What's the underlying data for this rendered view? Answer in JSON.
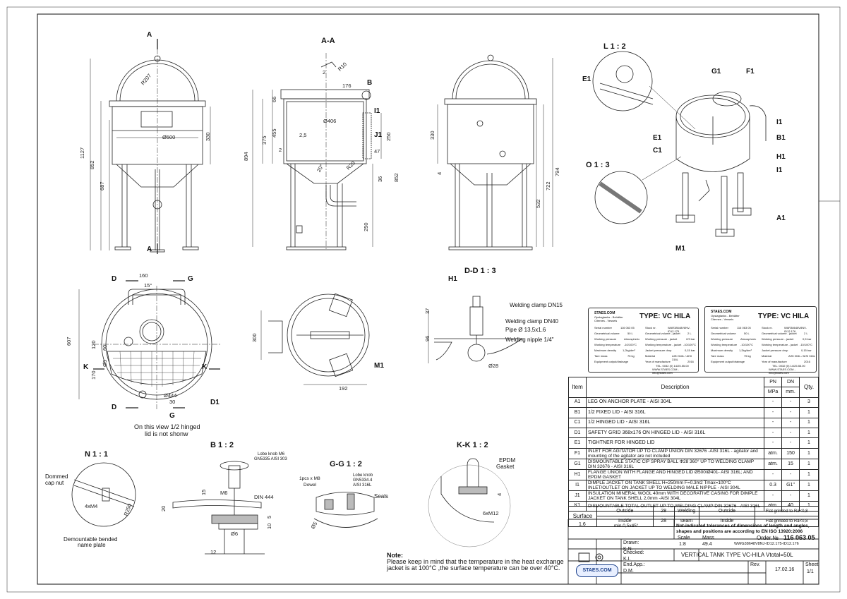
{
  "views": {
    "section_aa": "A-A",
    "detail_l": "L 1 : 2",
    "detail_o": "O 1 : 3",
    "section_dd": "D-D 1 : 3",
    "detail_n": "N 1 : 1",
    "detail_b": "B 1 : 2",
    "section_gg": "G-G 1 : 2",
    "section_kk": "K-K 1 : 2"
  },
  "section_marks": [
    "A",
    "A",
    "D",
    "D",
    "G",
    "G",
    "K",
    "K"
  ],
  "callouts_iso": [
    "E1",
    "G1",
    "F1",
    "I1",
    "E1",
    "B1",
    "C1",
    "H1",
    "I1",
    "A1",
    "M1"
  ],
  "callouts_side": [
    "I1",
    "J1",
    "B",
    "M1",
    "D1",
    "H1"
  ],
  "dimensions": {
    "front_height": "1127",
    "front_852": "852",
    "front_687": "687",
    "front_330": "330",
    "front_dia": "Ø500",
    "front_r": "R207",
    "aa_176": "176",
    "aa_r10": "R10",
    "aa_2a": "2",
    "aa_66": "66",
    "aa_455": "455",
    "aa_375": "375",
    "aa_894": "894",
    "aa_25": "2,5",
    "aa_2b": "2",
    "aa_406": "Ø406",
    "aa_20": "20°",
    "aa_r20": "R20",
    "aa_250a": "250",
    "aa_47": "47",
    "aa_36": "36",
    "aa_852": "852",
    "aa_250b": "250",
    "side_330": "330",
    "side_4": "4",
    "side_794": "794",
    "side_722": "722",
    "side_532": "532",
    "top_160": "160",
    "top_15": "15°",
    "top_607": "607",
    "top_120": "120",
    "top_60": "60",
    "top_170": "170",
    "top_5": "Ø5",
    "top_30": "30",
    "top_444": "Ø444",
    "lid_300": "300",
    "lid_192": "192",
    "dd_37": "37",
    "dd_96": "96",
    "dd_28": "Ø28",
    "n_4xm4": "4xM4",
    "n_r250": "R250",
    "b_15": "15",
    "b_20": "20",
    "b_m6": "M6",
    "b_din444": "DIN 444",
    "b_5": "5",
    "b_10": "10",
    "b_6": "Ø6",
    "b_12": "12",
    "g_5": "Ø5",
    "kk_4": "4",
    "kk_6xm12": "6xM12"
  },
  "annotations": {
    "top_view_note_1": "On this view 1/2 hinged",
    "top_view_note_2": "lid is not shonw",
    "dd_clamp15": "Welding clamp DN15",
    "dd_clamp40": "Welding clamp DN40",
    "dd_pipe": "Pipe Ø 13,5x1.6",
    "dd_nipple": "Welding nipple 1/4\"",
    "n_dommed_1": "Dommed",
    "n_dommed_2": "cap nut",
    "n_plate_1": "Demountable bended",
    "n_plate_2": "name plate",
    "b_knob_1": "Lobe knob M6",
    "b_knob_2": "GN5335 AISI 303",
    "g_screw_1": "1pcs x M8",
    "g_screw_2": "Dowel",
    "g_knob_1": "Lobe knob",
    "g_knob_2": "GN5334.4",
    "g_knob_3": "AISI 316L",
    "g_seals": "Seals",
    "kk_epdm_1": "EPDM",
    "kk_epdm_2": "Gasket"
  },
  "nameplates": [
    {
      "company": "STAES.COM",
      "sub1": "Opslagtanks - Behälter",
      "sub2": "Citernes - Vessels",
      "type": "TYPE: VC HILA",
      "rows_left": [
        "Serial number",
        "Geometrical volume",
        "Working pressure",
        "Working temperature",
        "Maximum density",
        "Tare mass",
        "Equipment output/drainage"
      ],
      "rows_left_vals": [
        "116 063 05",
        "50 L",
        "Atmospheric",
        "-10/100°C",
        "1,2kg/dm³",
        "75 kg",
        ""
      ],
      "rows_right": [
        "Stock nr.",
        "Geometrical volume - jacket",
        "Working pressure - jacket",
        "Working temperature - jacket",
        "Jacket pressure drop",
        "Material",
        "Year of manufacture"
      ],
      "rows_right_vals": [
        "WAR38648V8NV-ID12.175",
        "2 L",
        "2/3 bar",
        "-10/100°C",
        "0,15 bar",
        "AISI 316L / AISI 316L",
        "2016"
      ],
      "footer": "TEL. 0032 (0) 14/25.55.00",
      "footer2": "WWW.STAES.COM - info@staes.com"
    },
    {
      "company": "STAES.COM",
      "sub1": "Opslagtanks - Behälter",
      "sub2": "Citernes - Vessels",
      "type": "TYPE: VC HILA",
      "rows_left": [
        "Serial number",
        "Geometrical volume",
        "Working pressure",
        "Working temperature",
        "Maximum density",
        "Tare mass",
        "Equipment output/drainage"
      ],
      "rows_left_vals": [
        "116 063 05",
        "50 L",
        "Atmospheric",
        "-10/100°C",
        "1,2kg/dm³",
        "75 kg",
        ""
      ],
      "rows_right": [
        "Stock nr.",
        "Geometrical volume - jacket",
        "Working pressure - jacket",
        "Working temperature - jacket",
        "Jacket pressure drop",
        "Material",
        "Year of manufacture"
      ],
      "rows_right_vals": [
        "WAR38648V8NV-ID12.176",
        "2 L",
        "0,5 bar",
        "-10/100°C",
        "0,15 bar",
        "AISI 304L / AISI 316L",
        "2016"
      ],
      "footer": "TEL. 0032 (0) 14/25.55.00",
      "footer2": "WWW.STAES.COM - info@staes.com"
    }
  ],
  "bom": {
    "headers": {
      "item": "Item",
      "description": "Description",
      "pn": "PN",
      "dn": "DN",
      "qty": "Qty.",
      "pn_unit": "MPa",
      "dn_unit": "mm."
    },
    "rows": [
      {
        "item": "A1",
        "description": "LEG ON ANCHOR PLATE - AISI 304L",
        "pn": "-",
        "dn": "-",
        "qty": "3"
      },
      {
        "item": "B1",
        "description": "1/2 FIXED LID - AISI 316L",
        "pn": "-",
        "dn": "-",
        "qty": "1"
      },
      {
        "item": "C1",
        "description": "1/2 HINGED LID - AISI 316L",
        "pn": "-",
        "dn": "-",
        "qty": "1"
      },
      {
        "item": "D1",
        "description": "SAFETY GRID 368x176 ON HINGED LID - AISI 316L",
        "pn": "-",
        "dn": "-",
        "qty": "1"
      },
      {
        "item": "E1",
        "description": "TIGHTNER FOR HINGED LID",
        "pn": "-",
        "dn": "-",
        "qty": "1"
      },
      {
        "item": "F1",
        "description": "INLET FOR AGITATOR UP TO CLAMP UNION DIN 32676 -AISI 316L - agitator and mounting of the agitator are not included",
        "pn": "atm.",
        "dn": "150",
        "qty": "1"
      },
      {
        "item": "G1",
        "description": "DISMOUNTABLE STATIC CIP SPRAY BALL Φ28 360° UP TO WELDING CLAMP DIN 32676 - AISI 316L",
        "pn": "atm.",
        "dn": "15",
        "qty": "1"
      },
      {
        "item": "H1",
        "description": "FLANGE UNION WITH FLANGE AND HINGED LID Ø500/Ø401- AISI 316L; AND EPDM GASKET",
        "pn": "-",
        "dn": "-",
        "qty": "1"
      },
      {
        "item": "I1",
        "description": "DIMPLE JACKET ON TANK SHELL H=250mm F=0.3m2 Tmax=100°C INLET/OUTLET ON JACKET UP TO WELDING MALE NIPPLE - AISI 304L",
        "pn": "0.3",
        "dn": "G1\"",
        "qty": "1"
      },
      {
        "item": "J1",
        "description": "INSULATION MINERAL WOOL 40mm WITH DECORATIVE CASING FOR DIMPLE JACKET ON TANK SHELL 2,0mm -AISI 304L",
        "pn": "-",
        "dn": "-",
        "qty": "1"
      },
      {
        "item": "K1",
        "description": "DISMOUNTABLE TOTAL OUTLET UP TO WELDING CLAMP DIN 32676 - AISI 316L",
        "pn": "atm.",
        "dn": "40",
        "qty": "1"
      }
    ]
  },
  "surface": {
    "label": "Surface",
    "outside": "Outside",
    "inside": "Inside",
    "v1": "28",
    "v2": "28",
    "welding": "Welding",
    "seam": "seam",
    "w_outside": "Outside",
    "w_inside": "Inside",
    "f1": "Flat grinded to Ra<0,8",
    "f2": "Flat grinded to Ra<0,8"
  },
  "titleblock": {
    "roughness": "1.6",
    "chamfer": "min.0,5x45°",
    "tolerance_1": "Not-indicated tolerances of dimensions of length and angles,",
    "tolerance_2": "shapes and positions are according to EN ISO 13920:2006",
    "drawn_label": "Drawn:",
    "drawn_by": "K.N.",
    "scale_label": "Scale",
    "scale": "1:8",
    "mass_label": "Mass",
    "mass": "49.4",
    "order_label": "Order.№",
    "order_no": "116 063 05",
    "drawing_no": "WWG38648V8NJ-ID12.175-ID12.176",
    "checked_label": "Checked:",
    "checked_by": "K.I.",
    "title": "VERTICAL TANK TYPE VC-HILA Vtotal=50L",
    "approved_label": "End.App.:",
    "approved_by": "D.M.",
    "rev_label": "Rev.",
    "date": "17.02.16",
    "sheet_label": "Sheet",
    "sheet": "1/1",
    "logo": "STAES.COM"
  },
  "note": {
    "title": "Note:",
    "line1": "Please keep in mind that the temperature in the  heat exchange",
    "line2": "jacket is at 100°C ,the surface temperature can be over 40°C."
  }
}
